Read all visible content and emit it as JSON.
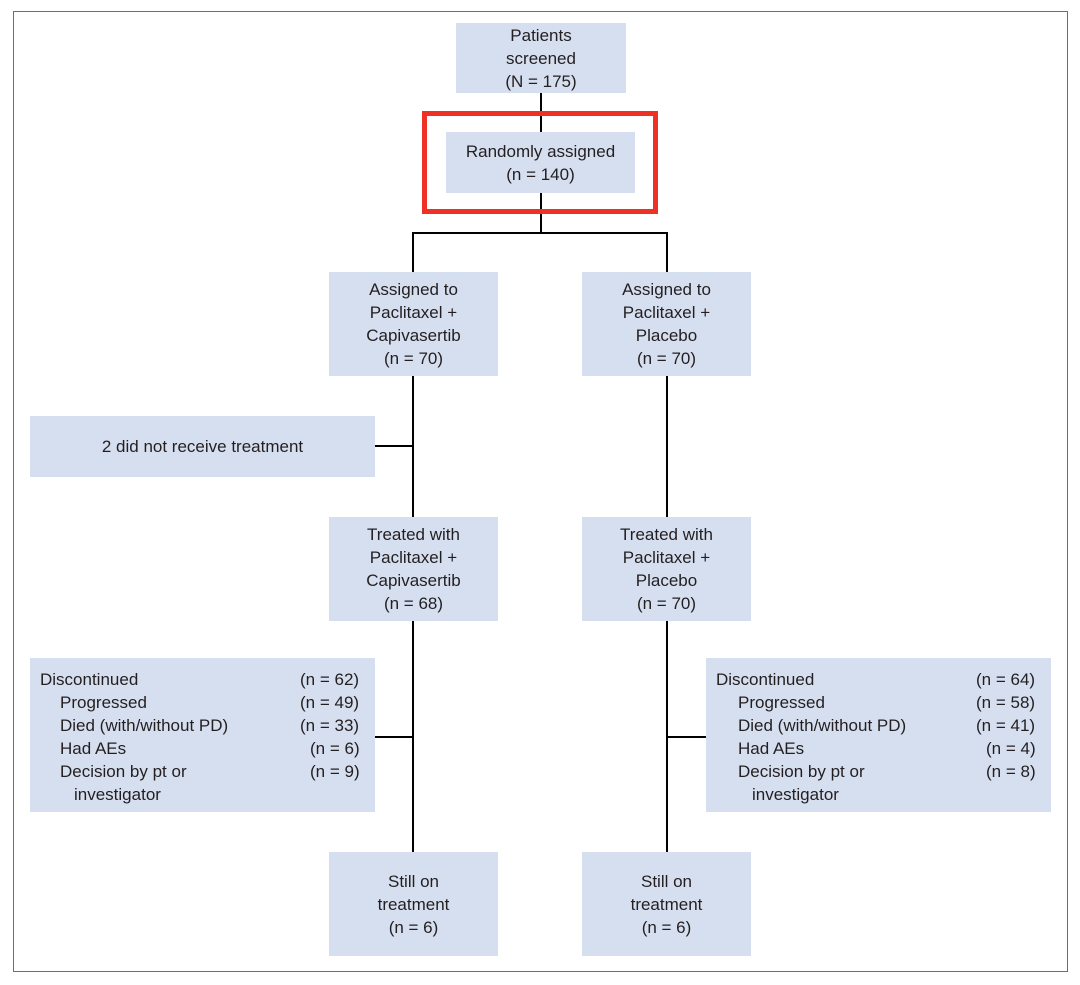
{
  "colors": {
    "box_fill": "#d6dff0",
    "connector": "#000000",
    "highlight": "#ee3124",
    "frame": "#6d6e71"
  },
  "screened": {
    "lines": [
      "Patients",
      "screened",
      "(N = 175)"
    ]
  },
  "randomized": {
    "lines": [
      "Randomly assigned",
      "(n = 140)"
    ]
  },
  "arm_a": {
    "assigned": [
      "Assigned to",
      "Paclitaxel +",
      "Capivasertib",
      "(n = 70)"
    ],
    "excluded": "2 did not receive treatment",
    "treated": [
      "Treated with",
      "Paclitaxel +",
      "Capivasertib",
      "(n = 68)"
    ],
    "discontinued": {
      "label": "Discontinued",
      "count": "(n = 62)",
      "reasons": [
        {
          "label": "Progressed",
          "count": "(n = 49)"
        },
        {
          "label": "Died (with/without PD)",
          "count": "(n = 33)"
        },
        {
          "label": "Had AEs",
          "count": "(n = 6)"
        },
        {
          "label": "Decision by pt or",
          "count": "(n = 9)"
        },
        {
          "label": "investigator",
          "count": ""
        }
      ]
    },
    "still_on": [
      "Still on",
      "treatment",
      "(n = 6)"
    ]
  },
  "arm_b": {
    "assigned": [
      "Assigned to",
      "Paclitaxel +",
      "Placebo",
      "(n = 70)"
    ],
    "treated": [
      "Treated with",
      "Paclitaxel +",
      "Placebo",
      "(n = 70)"
    ],
    "discontinued": {
      "label": "Discontinued",
      "count": "(n = 64)",
      "reasons": [
        {
          "label": "Progressed",
          "count": "(n = 58)"
        },
        {
          "label": "Died (with/without PD)",
          "count": "(n = 41)"
        },
        {
          "label": "Had AEs",
          "count": "(n = 4)"
        },
        {
          "label": "Decision by pt or",
          "count": "(n = 8)"
        },
        {
          "label": "investigator",
          "count": ""
        }
      ]
    },
    "still_on": [
      "Still on",
      "treatment",
      "(n = 6)"
    ]
  }
}
